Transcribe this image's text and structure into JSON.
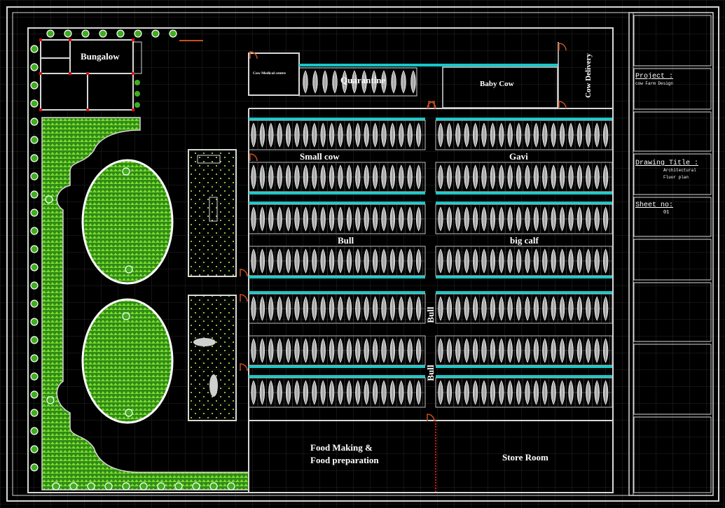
{
  "colors": {
    "background": "#000000",
    "wall": "#d8d8d8",
    "grid": "#2a2a2a",
    "lawn": "#3b9b1f",
    "lawn_dot": "#b8ff5a",
    "cyan": "#14c8c8",
    "door": "#c8501e",
    "red_marker": "#e01010"
  },
  "rooms": {
    "bungalow": "Bungalow",
    "medical": "Cow Medical centre",
    "quarantine": "Quarantine",
    "baby_cow": "Baby Cow",
    "cow_delivery": "Cow Delivery",
    "small_cow": "Small cow",
    "gavi": "Gavi",
    "bull": "Bull",
    "big_calf": "big calf",
    "bull_v1": "Bull",
    "bull_v2": "Bull",
    "food_line1": "Food Making &",
    "food_line2": "Food preparation",
    "store": "Store Room"
  },
  "title_block": {
    "project_label": "Project :",
    "project_value": "cow Farm Design",
    "drawing_label": "Drawing Title :",
    "drawing_value_1": "Architectural",
    "drawing_value_2": "Fluor plan",
    "sheet_label": "Sheet no:",
    "sheet_value": "01"
  }
}
